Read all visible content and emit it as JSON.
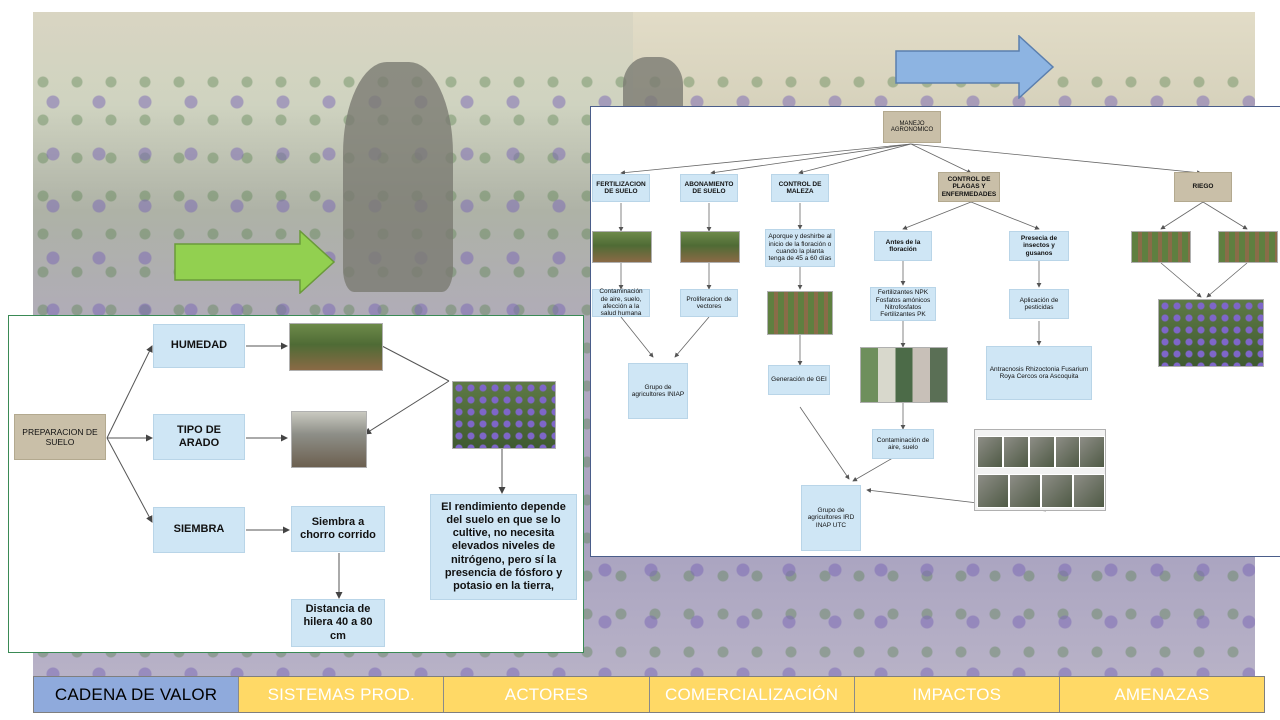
{
  "left_diagram": {
    "root": "PREPARACION DE SUELO",
    "branches": [
      "HUMEDAD",
      "TIPO DE ARADO",
      "SIEMBRA"
    ],
    "siembra_detail": "Siembra a chorro corrido",
    "distancia": "Distancia de hilera 40 a 80 cm",
    "rendimiento": "El rendimiento depende del suelo en que se lo cultive, no necesita elevados niveles de nitrógeno, pero sí la presencia de fósforo y potasio en la tierra,"
  },
  "right_diagram": {
    "root": "MANEJO AGRONOMICO",
    "categories": {
      "fertilizacion": "FERTILIZACION DE SUELO",
      "abonamiento": "ABONAMIENTO DE SUELO",
      "maleza": "CONTROL DE MALEZA",
      "plagas": "CONTROL DE PLAGAS Y ENFERMEDADES",
      "riego": "RIEGO"
    },
    "contaminacion_1": "Contaminación de aire, suelo, afección a la salud humana",
    "proliferacion": "Proliferacion de vectores",
    "aporque": "Aporque y deshirbe al inicio de la floración o cuando la planta tenga de 45 a 60 días",
    "antes_floracion": "Antes de la floración",
    "presencia": "Presecia de insectos y gusanos",
    "fertilizantes": "Fertilizantes NPK Fosfatos amónicos Nitrofosfatos Fertilizantes PK",
    "aplicacion": "Aplicación de pesticidas",
    "enfermedades": "Antracnosis Rhizoctonia Fusarium Roya Cercos ora Ascoquita",
    "grupo_1": "Grupo de agricultores INIAP",
    "gei": "Generación de GEI",
    "contaminacion_2": "Contaminación de aire, suelo",
    "grupo_2": "Grupo de agricultores IRD INAP UTC"
  },
  "nav": {
    "tabs": [
      "CADENA DE VALOR",
      "SISTEMAS PROD.",
      "ACTORES",
      "COMERCIALIZACIÓN",
      "IMPACTOS",
      "AMENAZAS"
    ],
    "active_index": 0
  },
  "colors": {
    "tab_active": "#8faadc",
    "tab_inactive": "#ffd966",
    "box_blue": "#cfe6f5",
    "box_tan": "#c9bfa8",
    "arrow_green": "#92d050",
    "arrow_blue": "#8db4e2"
  }
}
